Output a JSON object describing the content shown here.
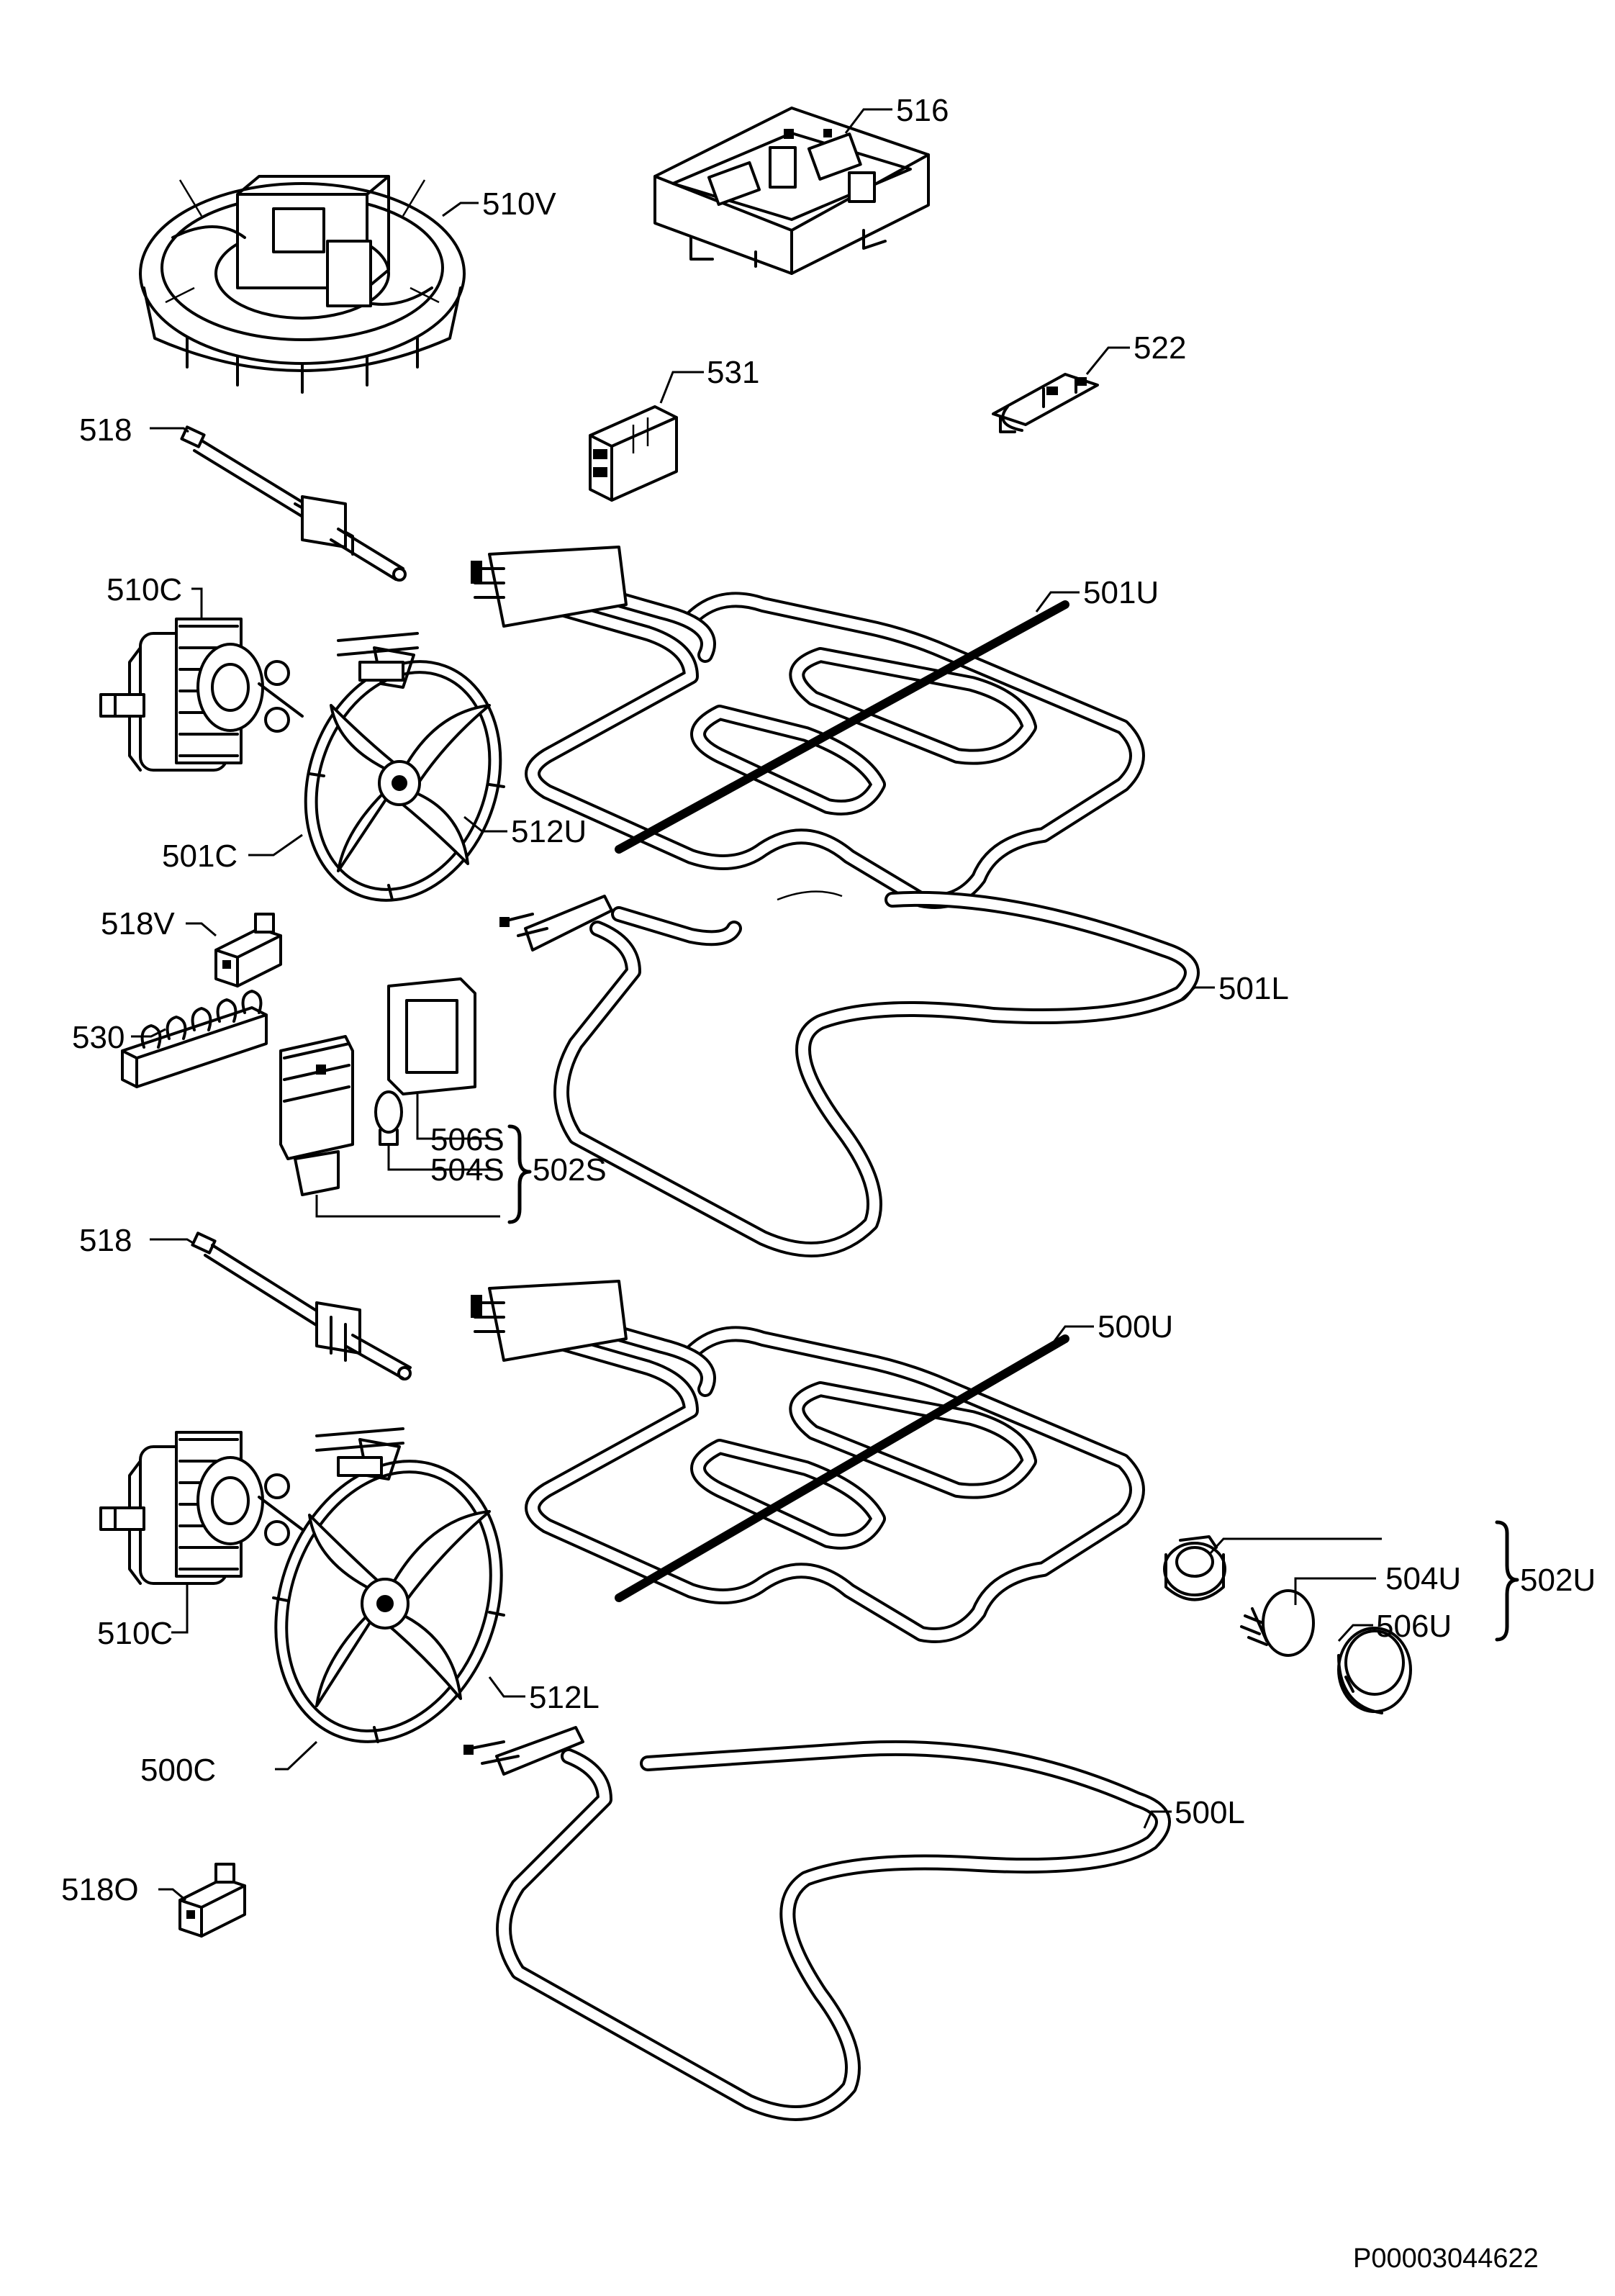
{
  "labels": {
    "p516": "516",
    "p510V": "510V",
    "p531": "531",
    "p522": "522",
    "p518_top": "518",
    "p510C_top": "510C",
    "p501U": "501U",
    "p501C": "501C",
    "p512U": "512U",
    "p518V": "518V",
    "p501L": "501L",
    "p530": "530",
    "p506S": "506S",
    "p504S": "504S",
    "p502S": "502S",
    "p518_mid": "518",
    "p500U": "500U",
    "p510C_bottom": "510C",
    "p512L": "512L",
    "p500C": "500C",
    "p502U": "502U",
    "p504U": "504U",
    "p506U": "506U",
    "p500L": "500L",
    "p518O": "518O"
  },
  "document_id": "P00003044622"
}
